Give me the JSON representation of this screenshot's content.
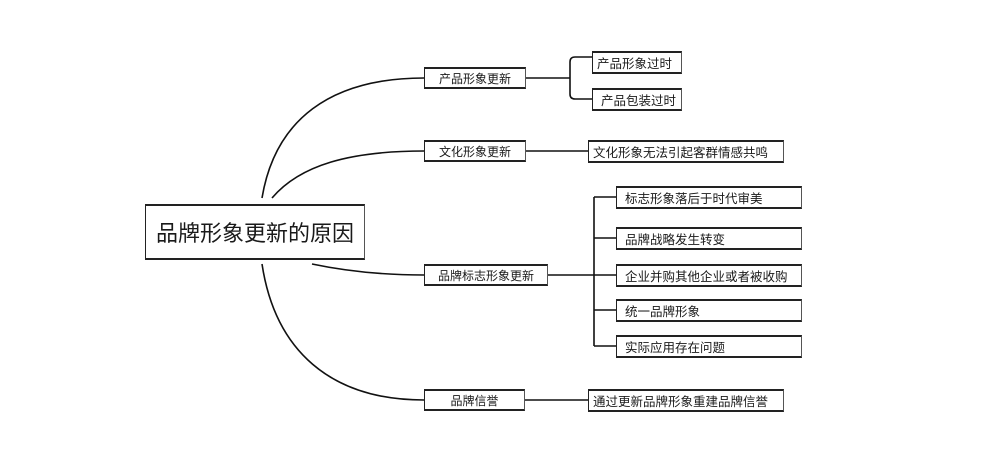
{
  "root": {
    "label": "品牌形象更新的原因"
  },
  "branches": [
    {
      "label": "产品形象更新",
      "children": [
        "产品形象过时",
        "产品包装过时"
      ]
    },
    {
      "label": "文化形象更新",
      "children": [
        "文化形象无法引起客群情感共鸣"
      ]
    },
    {
      "label": "品牌标志形象更新",
      "children": [
        "标志形象落后于时代审美",
        "品牌战略发生转变",
        "企业并购其他企业或者被收购",
        "统一品牌形象",
        "实际应用存在问题"
      ]
    },
    {
      "label": "品牌信誉",
      "children": [
        "通过更新品牌形象重建品牌信誉"
      ]
    }
  ],
  "colors": {
    "line": "#111111",
    "background": "#ffffff"
  }
}
